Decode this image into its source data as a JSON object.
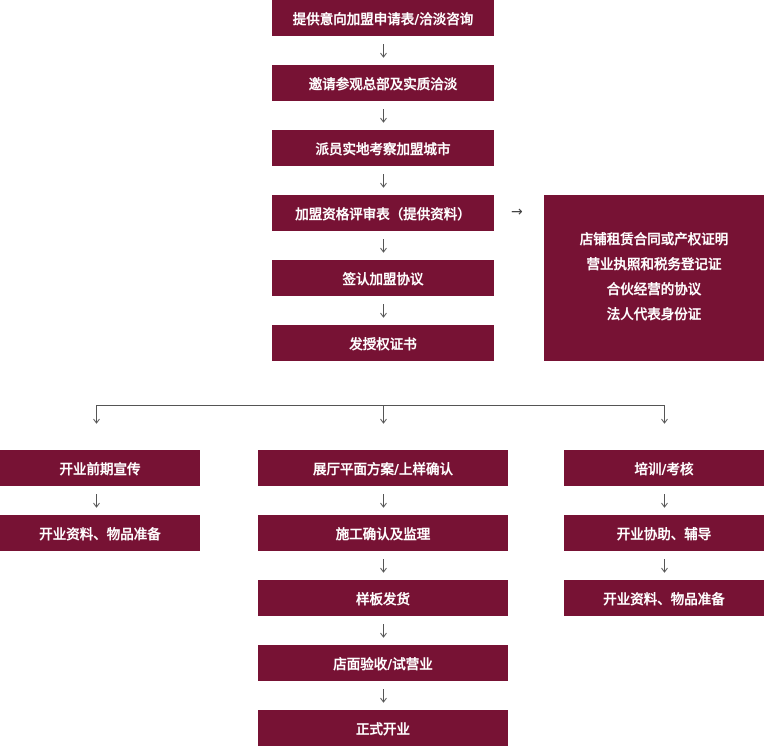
{
  "main_flow": [
    "提供意向加盟申请表/洽淡咨询",
    "邀请参观总部及实质洽淡",
    "派员实地考察加盟城市",
    "加盟资格评审表（提供资料）",
    "签认加盟协议",
    "发授权证书"
  ],
  "side_arrow": "→",
  "side_list": [
    "店铺租赁合同或产权证明",
    "营业执照和税务登记证",
    "合伙经营的协议",
    "法人代表身份证"
  ],
  "left_branch": [
    "开业前期宣传",
    "开业资料、物品准备"
  ],
  "middle_branch": [
    "展厅平面方案/上样确认",
    "施工确认及监理",
    "样板发货",
    "店面验收/试营业",
    "正式开业"
  ],
  "right_branch": [
    "培训/考核",
    "开业协助、辅导",
    "开业资料、物品准备"
  ],
  "colors": {
    "box": "#771234",
    "text": "#ffffff",
    "line": "#555555"
  }
}
